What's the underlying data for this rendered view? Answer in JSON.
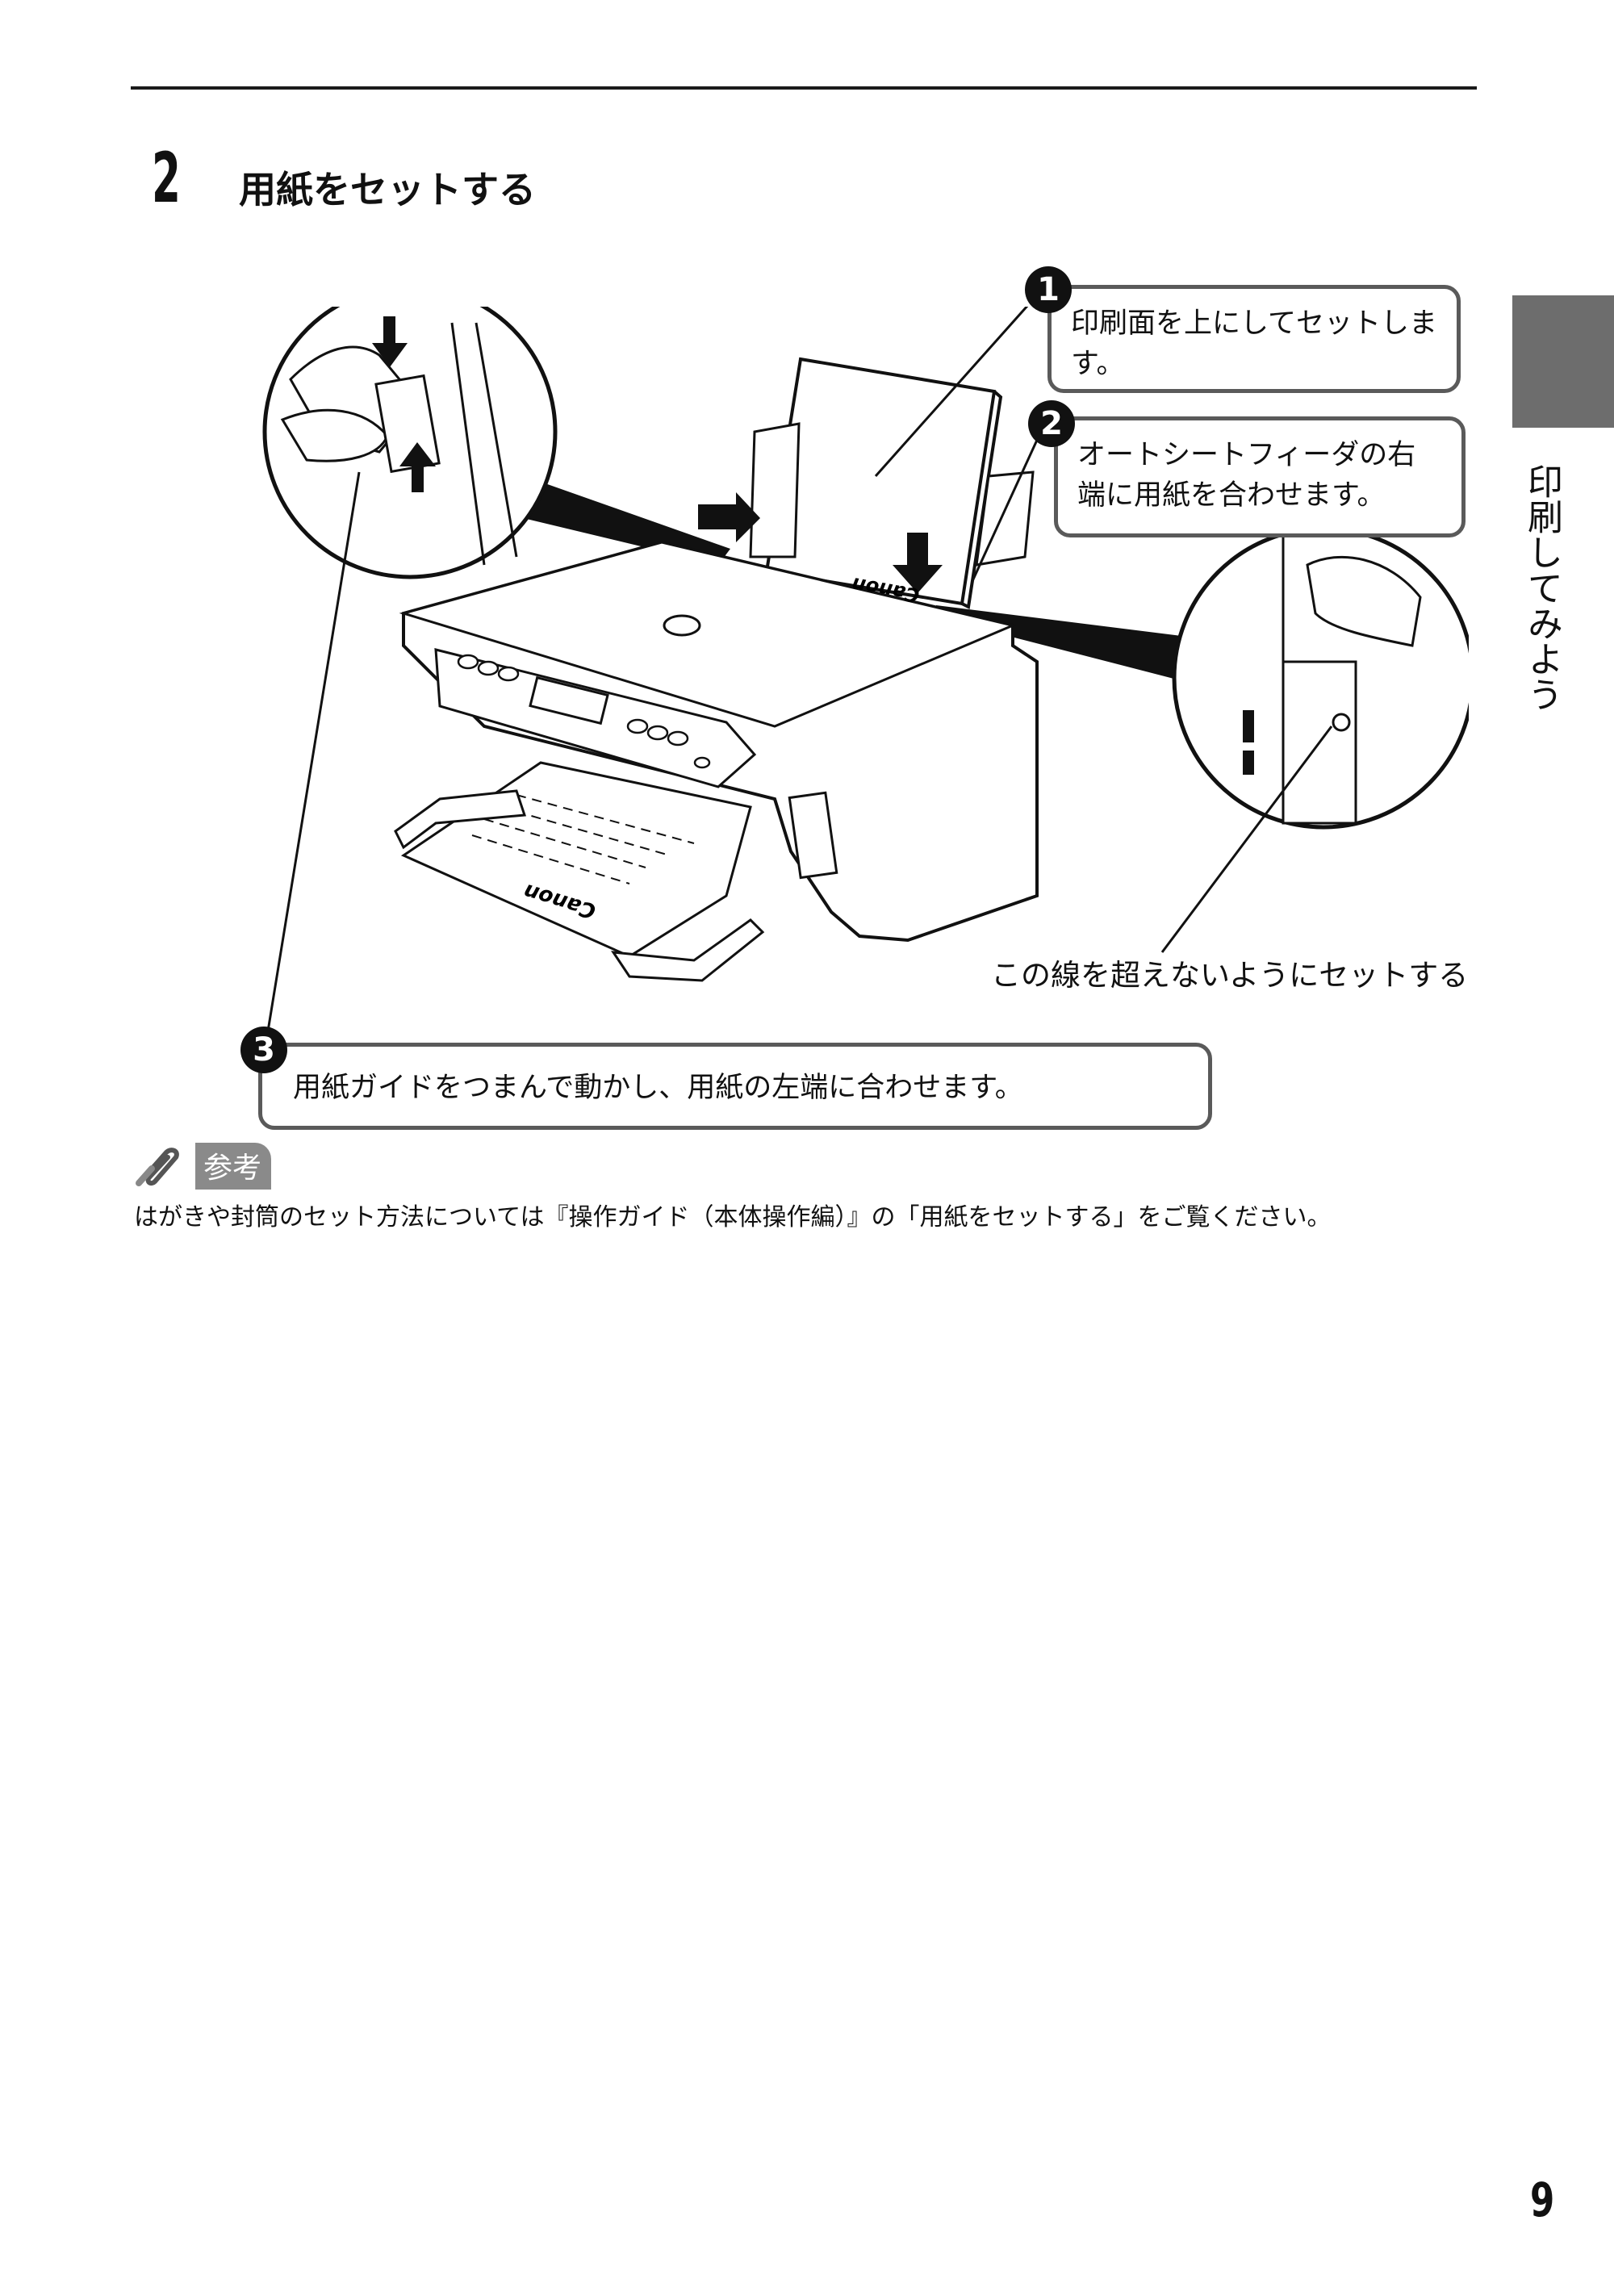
{
  "step": {
    "number": "2",
    "title": "用紙をセットする"
  },
  "side_tab": {
    "label": "印刷してみよう"
  },
  "callouts": [
    {
      "badge": "1",
      "text": "印刷面を上にしてセットします。"
    },
    {
      "badge": "2",
      "text": "オートシートフィーダの右端に用紙を合わせます。"
    },
    {
      "badge": "3",
      "text": "用紙ガイドをつまんで動かし、用紙の左端に合わせます。"
    }
  ],
  "line_label": "この線を超えないようにセットする",
  "note": {
    "label": "参考",
    "text": "はがきや封筒のセット方法については『操作ガイド（本体操作編）』の「用紙をセットする」をご覧ください。"
  },
  "printer_brand": "Canon",
  "page_number": "9"
}
